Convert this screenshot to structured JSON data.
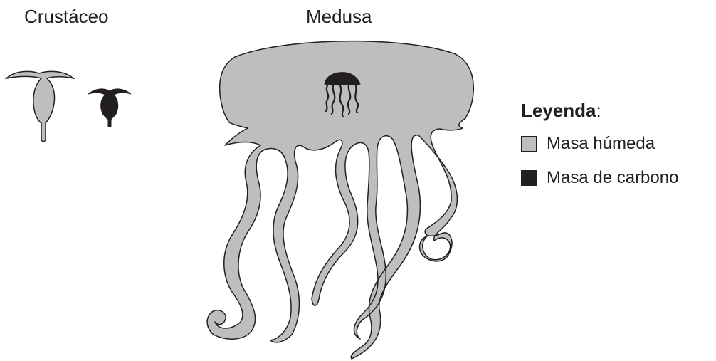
{
  "labels": {
    "crustacean": "Crustáceo",
    "jellyfish": "Medusa"
  },
  "legend": {
    "title": "Leyenda",
    "title_suffix": ":",
    "items": [
      {
        "label": "Masa húmeda",
        "color": "#bcbec0"
      },
      {
        "label": "Masa de carbono",
        "color": "#231f20"
      }
    ]
  },
  "colors": {
    "wet_mass": "#bcbec0",
    "carbon_mass": "#231f20",
    "outline": "#231f20"
  }
}
